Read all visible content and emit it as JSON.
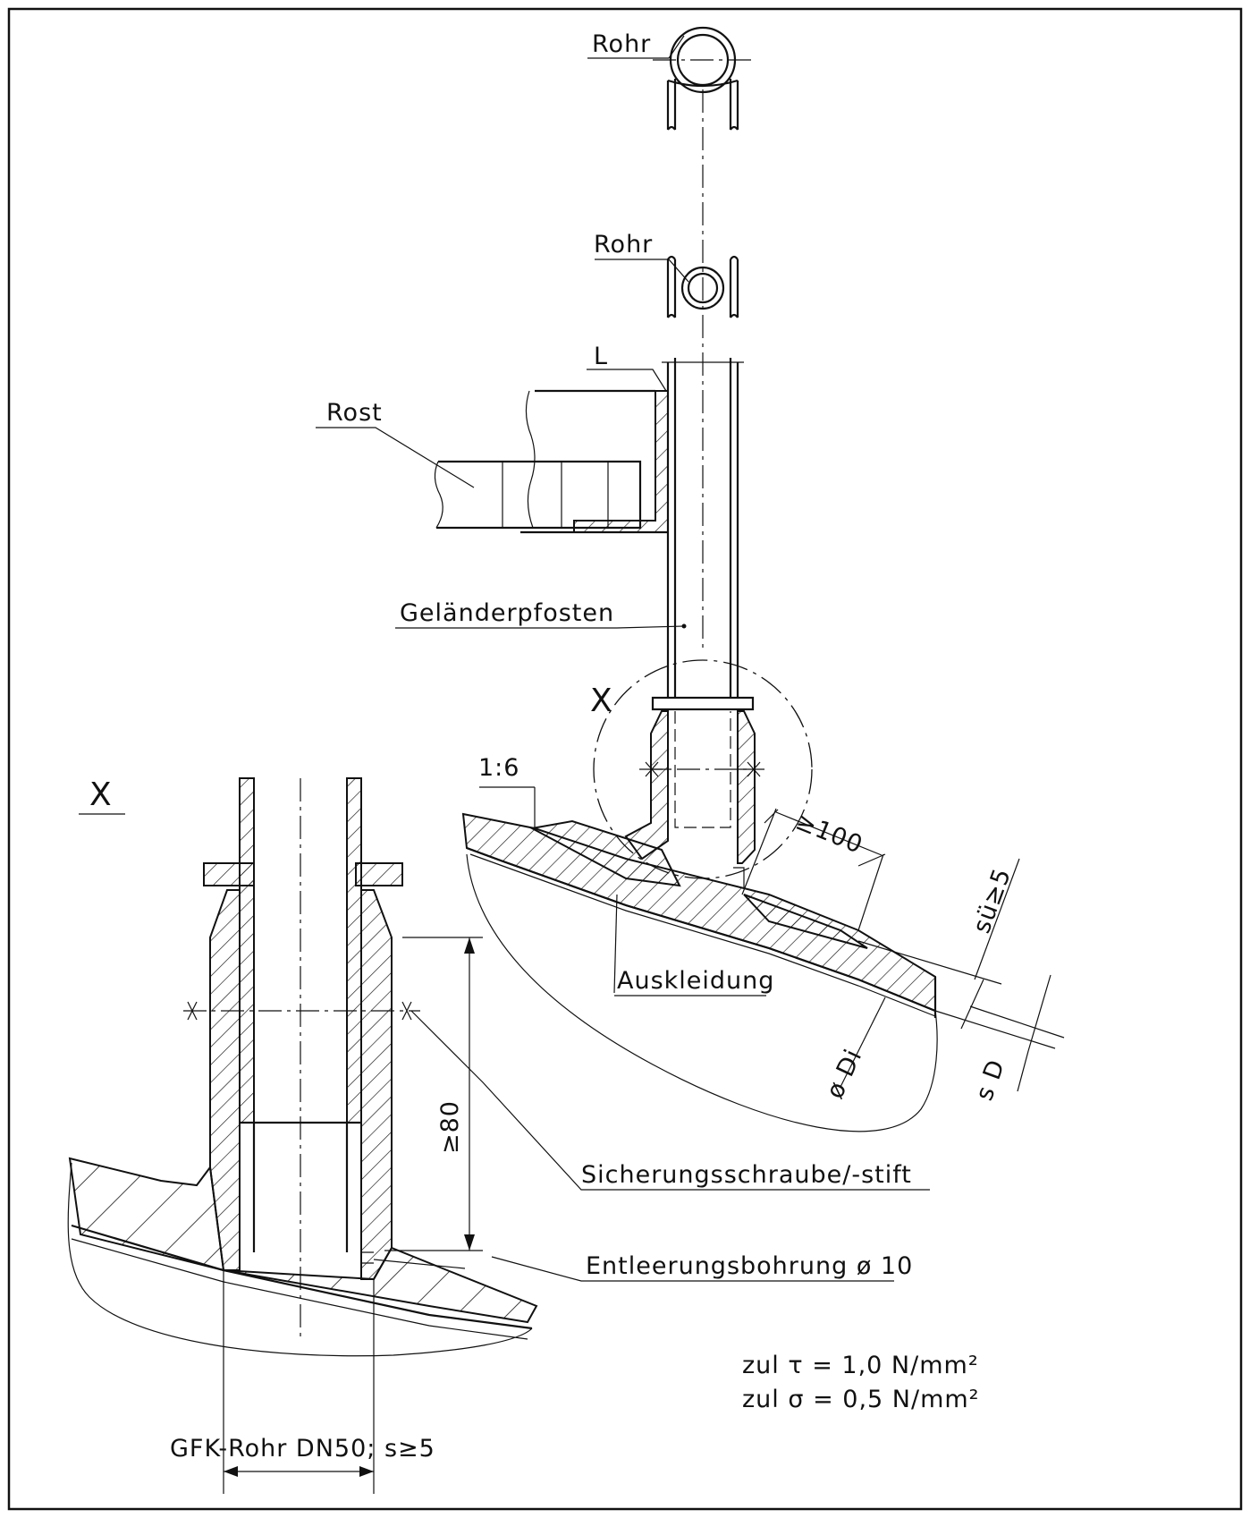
{
  "labels": {
    "rohr_top": "Rohr",
    "rohr_mid": "Rohr",
    "l_profile": "L",
    "rost": "Rost",
    "gelaenderpfosten": "Geländerpfosten",
    "detail_x_ref": "X",
    "detail_x_title": "X",
    "slope": "1:6",
    "dim_100": "≥100",
    "su": "sü≥5",
    "auskleidung": "Auskleidung",
    "di": "ø Di",
    "sd": "s D",
    "dim_80": "≥80",
    "sicherung": "Sicherungsschraube/-stift",
    "entleerung": "Entleerungsbohrung ø 10",
    "gfk": "GFK-Rohr DN50; s≥5",
    "formula_tau": "zul τ = 1,0 N/mm²",
    "formula_sigma": "zul σ = 0,5 N/mm²"
  }
}
